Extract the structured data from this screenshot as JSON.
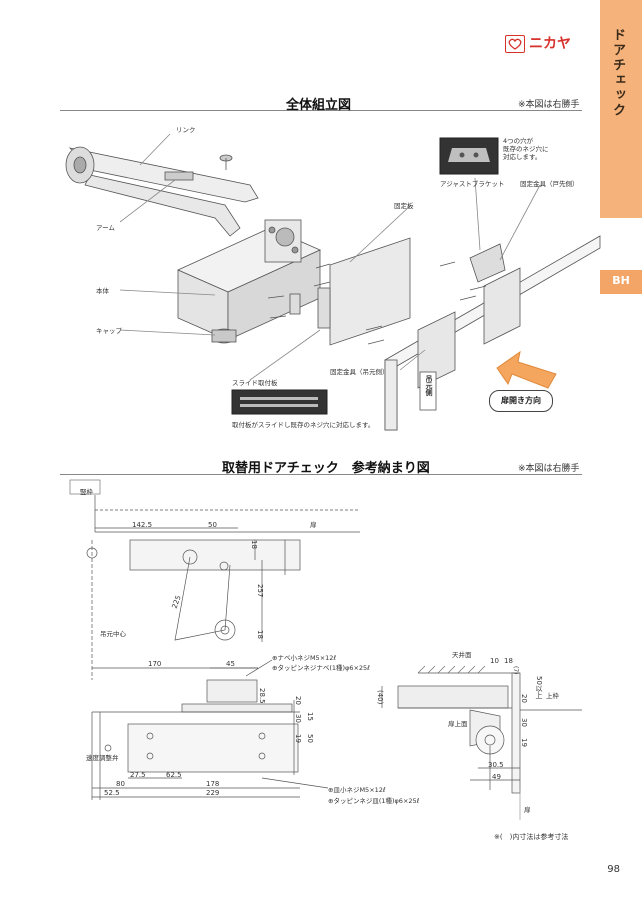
{
  "header": {
    "brand": "ニカヤ",
    "tab_title": "ドアチェック",
    "tab_sub": "BH",
    "page_number": "98"
  },
  "assembly": {
    "title": "全体組立図",
    "note": "※本図は右勝手",
    "labels": {
      "link": "リンク",
      "arm": "アーム",
      "body": "本体",
      "cap": "キャップ",
      "fixed_plate": "固定板",
      "slide_plate": "スライド取付板",
      "fixed_metal_door": "固定金具（戸先側）",
      "fixed_metal_hinge": "固定金具（吊元側）",
      "adjust_bracket": "アジャストブラケット",
      "four_holes": "4つの穴が\n既存のネジ穴に\n対応します。",
      "slide_note": "取付板がスライドし既存のネジ穴に対応します。",
      "tsurimoto": "吊元側",
      "open_direction": "扉開き方向"
    }
  },
  "dimensions": {
    "title": "取替用ドアチェック　参考納まり図",
    "note": "※本図は右勝手",
    "labels": {
      "frame": "竪枠",
      "door": "扉",
      "hinge_center": "吊元中心",
      "speed_valve": "速度調整弁",
      "ceiling": "天井面",
      "upper_frame": "上枠",
      "door_top": "扉上面",
      "door2": "扉",
      "screw1": "⊕ナベ小ネジM5×12ℓ",
      "screw2": "⊕タッピンネジナベ(1種)φ6×25ℓ",
      "screw3": "⊕皿小ネジM5×12ℓ",
      "screw4": "⊕タッピンネジ皿(1種)φ6×25ℓ",
      "ref_note": "※(　)内寸法は参考寸法"
    },
    "values": {
      "d142_5": "142.5",
      "d50a": "50",
      "d18a": "18",
      "d257": "257",
      "d225": "225",
      "d18b": "18",
      "d170": "170",
      "d45": "45",
      "d28_5": "28.5",
      "d20a": "20",
      "d30a": "30",
      "d15": "15",
      "d19a": "19",
      "d50b": "50",
      "d27_5": "27.5",
      "d62_5": "62.5",
      "d80": "80",
      "d178": "178",
      "d52_5": "52.5",
      "d229": "229",
      "d40": "(40)",
      "d10": "10",
      "d18c": "18",
      "d20b": "20",
      "d50min": "50以上",
      "d30b": "30",
      "d19b": "19",
      "d30_5": "30.5",
      "d49": "49",
      "d7": "(7)"
    }
  }
}
